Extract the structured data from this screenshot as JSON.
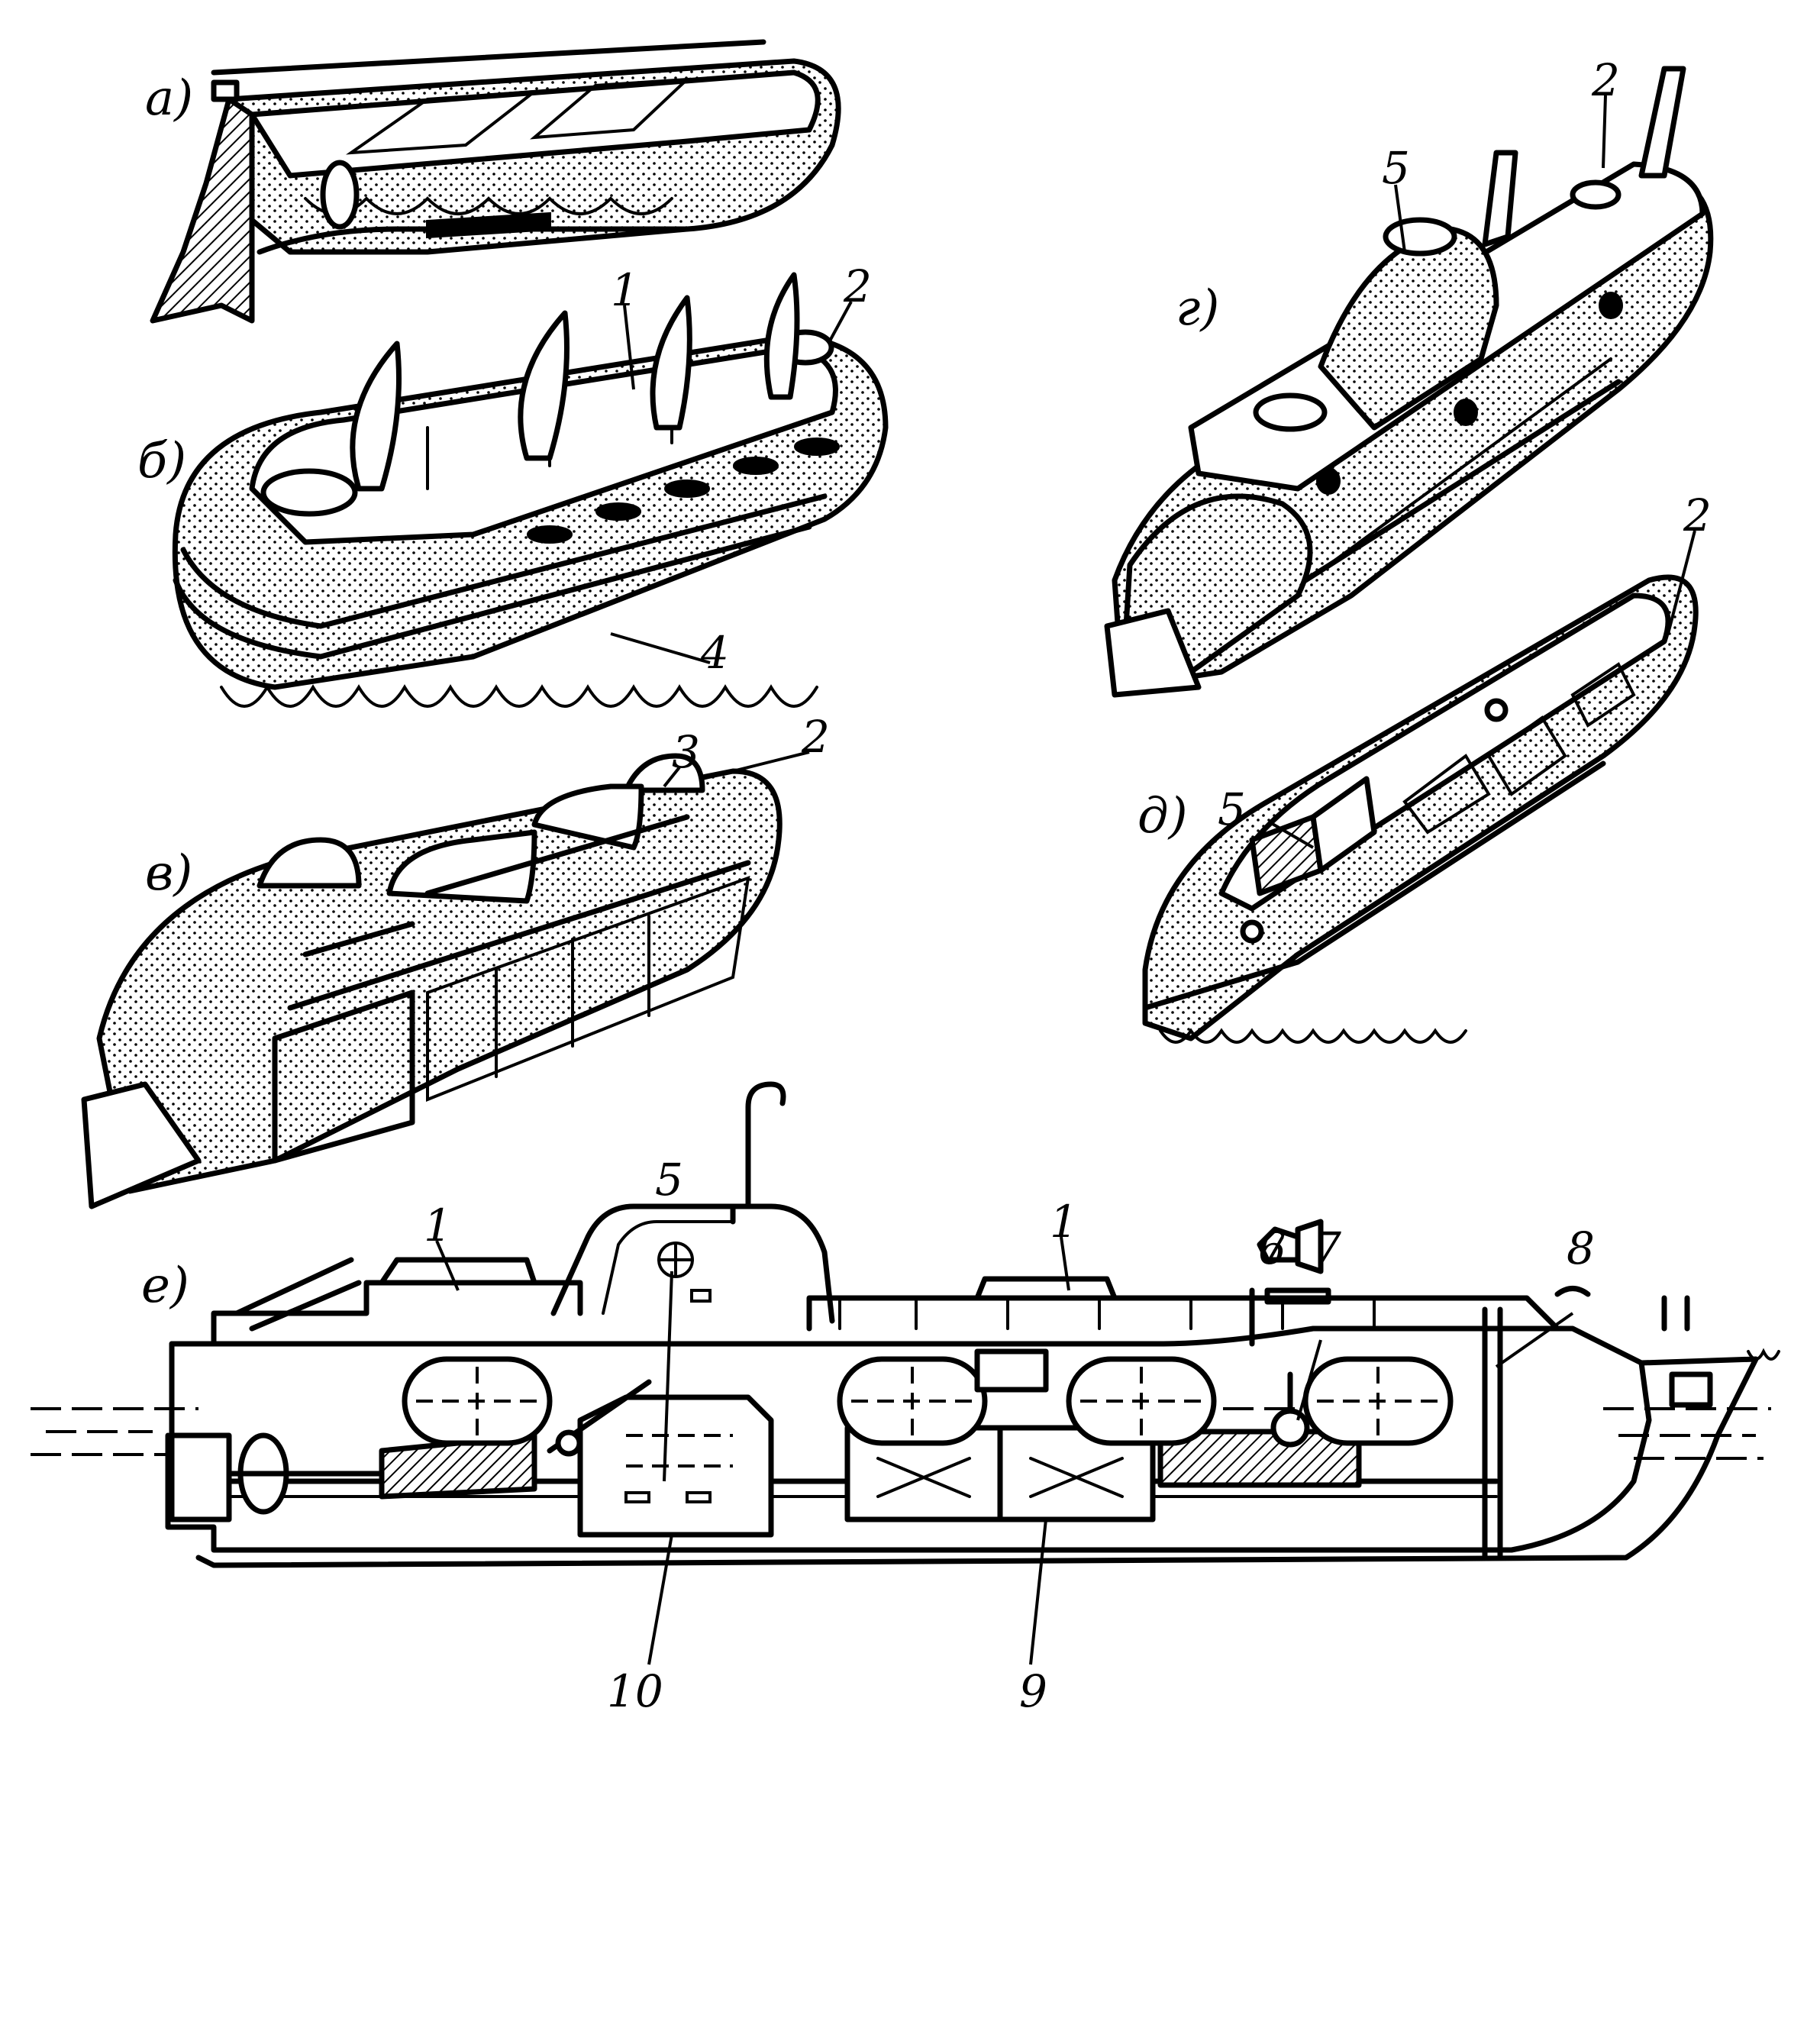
{
  "figure": {
    "panels": {
      "a": "а)",
      "b": "б)",
      "v": "в)",
      "g": "г)",
      "d": "д)",
      "e": "е)"
    },
    "callouts": {
      "b_1": "1",
      "b_2": "2",
      "b_4": "4",
      "v_3": "3",
      "v_2": "2",
      "g_5": "5",
      "g_2": "2",
      "d_2": "2",
      "d_5": "5",
      "e_1a": "1",
      "e_5": "5",
      "e_1b": "1",
      "e_6": "6",
      "e_7": "7",
      "e_8": "8",
      "e_10": "10",
      "e_9": "9"
    }
  }
}
